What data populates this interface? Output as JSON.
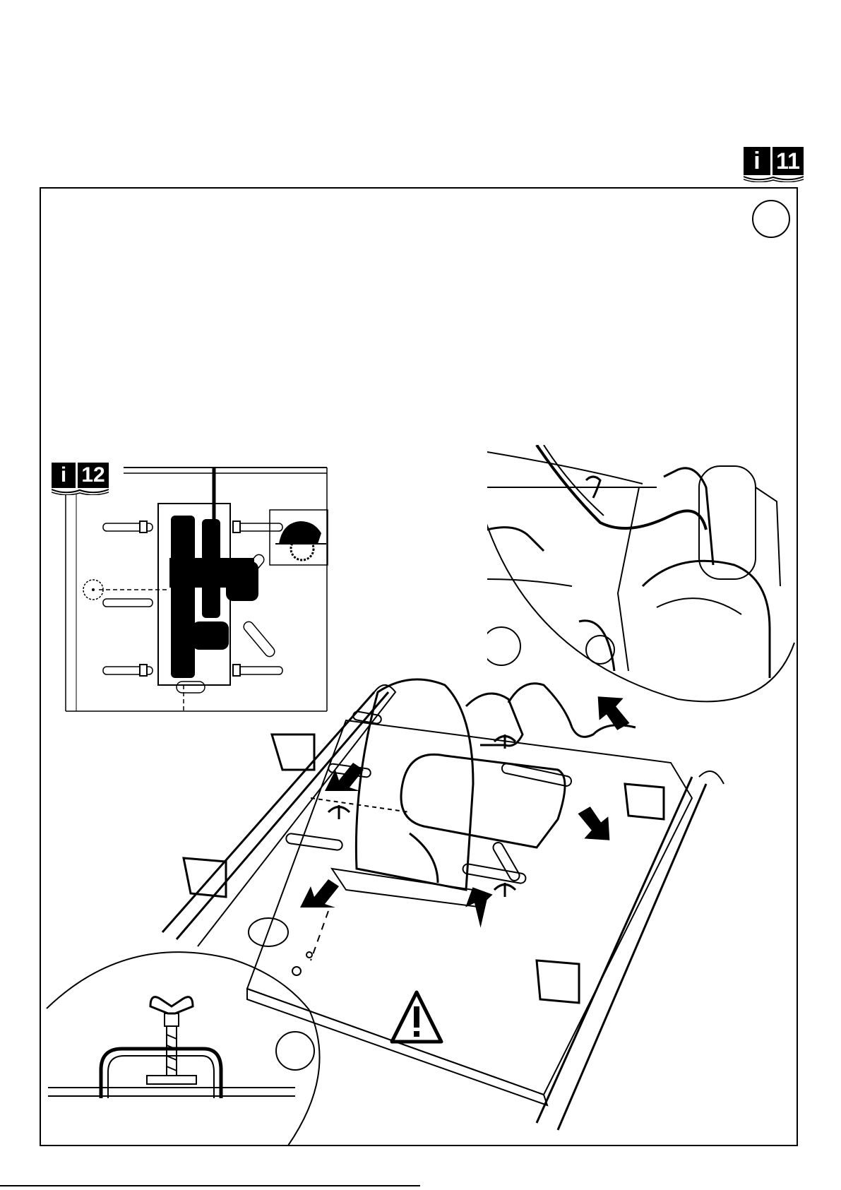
{
  "header": {
    "ref_badge_main": {
      "icon": "info-book-icon",
      "letter": "i",
      "number": "11"
    }
  },
  "figure": {
    "label_circle_top": "",
    "inset_plan": {
      "ref_badge": {
        "icon": "info-book-icon",
        "letter": "i",
        "number": "12"
      },
      "saw_icon": "circular-saw-icon",
      "blade_icon": "saw-blade-icon"
    },
    "detail_top_right": {
      "label_circle": ""
    },
    "detail_bottom_left": {
      "label_circle": ""
    },
    "warning_icon": "warning-triangle-icon",
    "arrow_count": 5
  },
  "colors": {
    "ink": "#000000",
    "paper": "#ffffff"
  }
}
